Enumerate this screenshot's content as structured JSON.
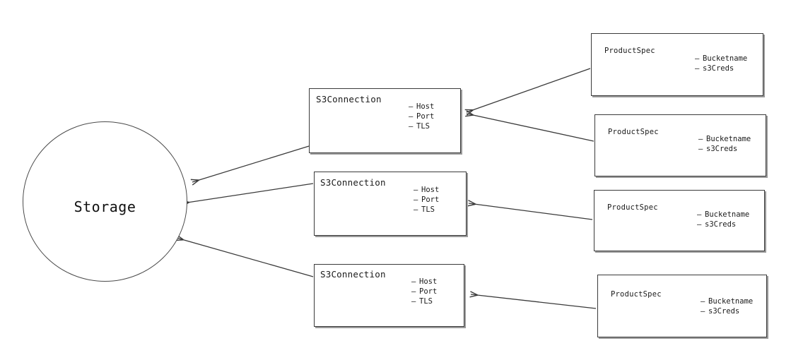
{
  "diagram": {
    "type": "entity-relationship-sketch",
    "background_color": "#ffffff",
    "stroke_color": "#3a3a3a",
    "shadow_color": "#9a9a9a",
    "text_color": "#1a1a1a",
    "storage": {
      "label": "Storage",
      "shape": "circle"
    },
    "connections": [
      {
        "title": "S3Connection",
        "attributes": [
          "Host",
          "Port",
          "TLS"
        ]
      },
      {
        "title": "S3Connection",
        "attributes": [
          "Host",
          "Port",
          "TLS"
        ]
      },
      {
        "title": "S3Connection",
        "attributes": [
          "Host",
          "Port",
          "TLS"
        ]
      }
    ],
    "specs": [
      {
        "title": "ProductSpec",
        "attributes": [
          "Bucketname",
          "s3Creds"
        ]
      },
      {
        "title": "ProductSpec",
        "attributes": [
          "Bucketname",
          "s3Creds"
        ]
      },
      {
        "title": "ProductSpec",
        "attributes": [
          "Bucketname",
          "s3Creds"
        ]
      },
      {
        "title": "ProductSpec",
        "attributes": [
          "Bucketname",
          "s3Creds"
        ]
      }
    ],
    "attribute_bullet": "–"
  }
}
